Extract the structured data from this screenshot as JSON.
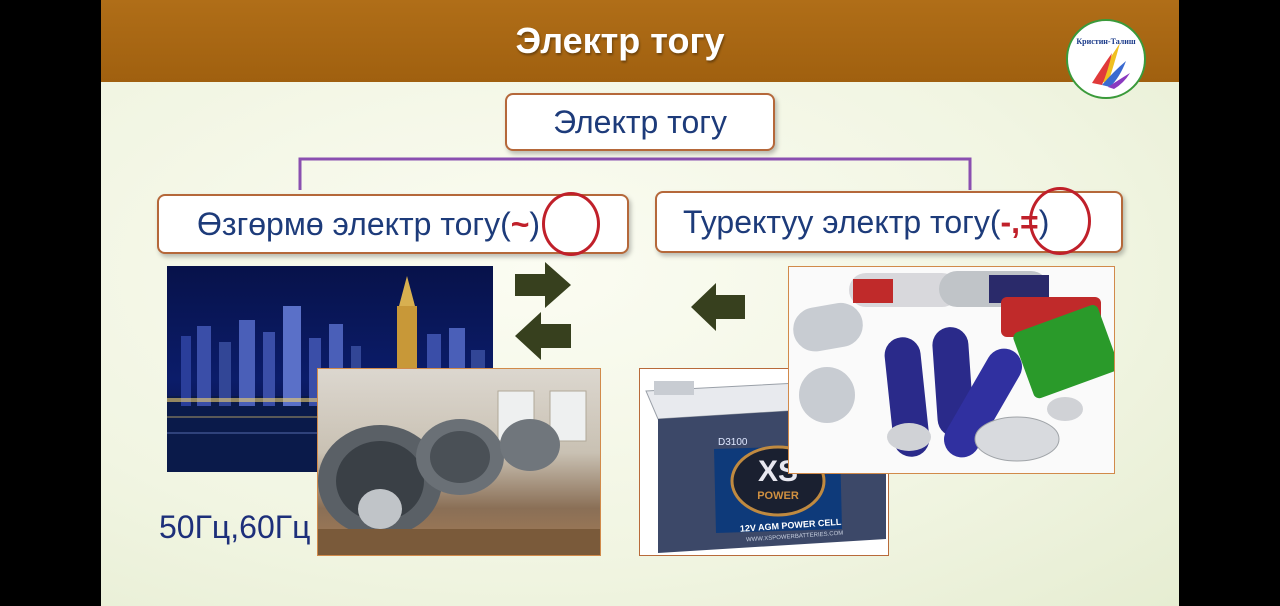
{
  "title": "Электр тогу",
  "logo": {
    "text": "Кристин-Талиш"
  },
  "center_box": {
    "label": "Электр тогу"
  },
  "ac_box": {
    "label": "Өзгөрмө электр тогу",
    "paren_open": "(",
    "symbol": "~",
    "paren_close": ")"
  },
  "dc_box": {
    "label": "Туректуу электр тогу",
    "paren_open": "(",
    "symbol": "-,=",
    "paren_close": ")"
  },
  "frequency": {
    "text": "50Гц,60Гц"
  },
  "battery": {
    "model": "D3100",
    "brand": "XS",
    "tagline": "POWER",
    "band": "12V AGM POWER CELL",
    "url": "WWW.XSPOWERBATTERIES.COM"
  },
  "colors": {
    "title_bar": "#a96612",
    "box_border": "#b5683a",
    "box_text": "#1d3b7a",
    "accent_red": "#c0202a",
    "connector": "#8a4fb0",
    "arrow": "#37401e"
  },
  "icons": [
    "arrow-right-icon",
    "arrow-left-icon",
    "logo-icon"
  ]
}
